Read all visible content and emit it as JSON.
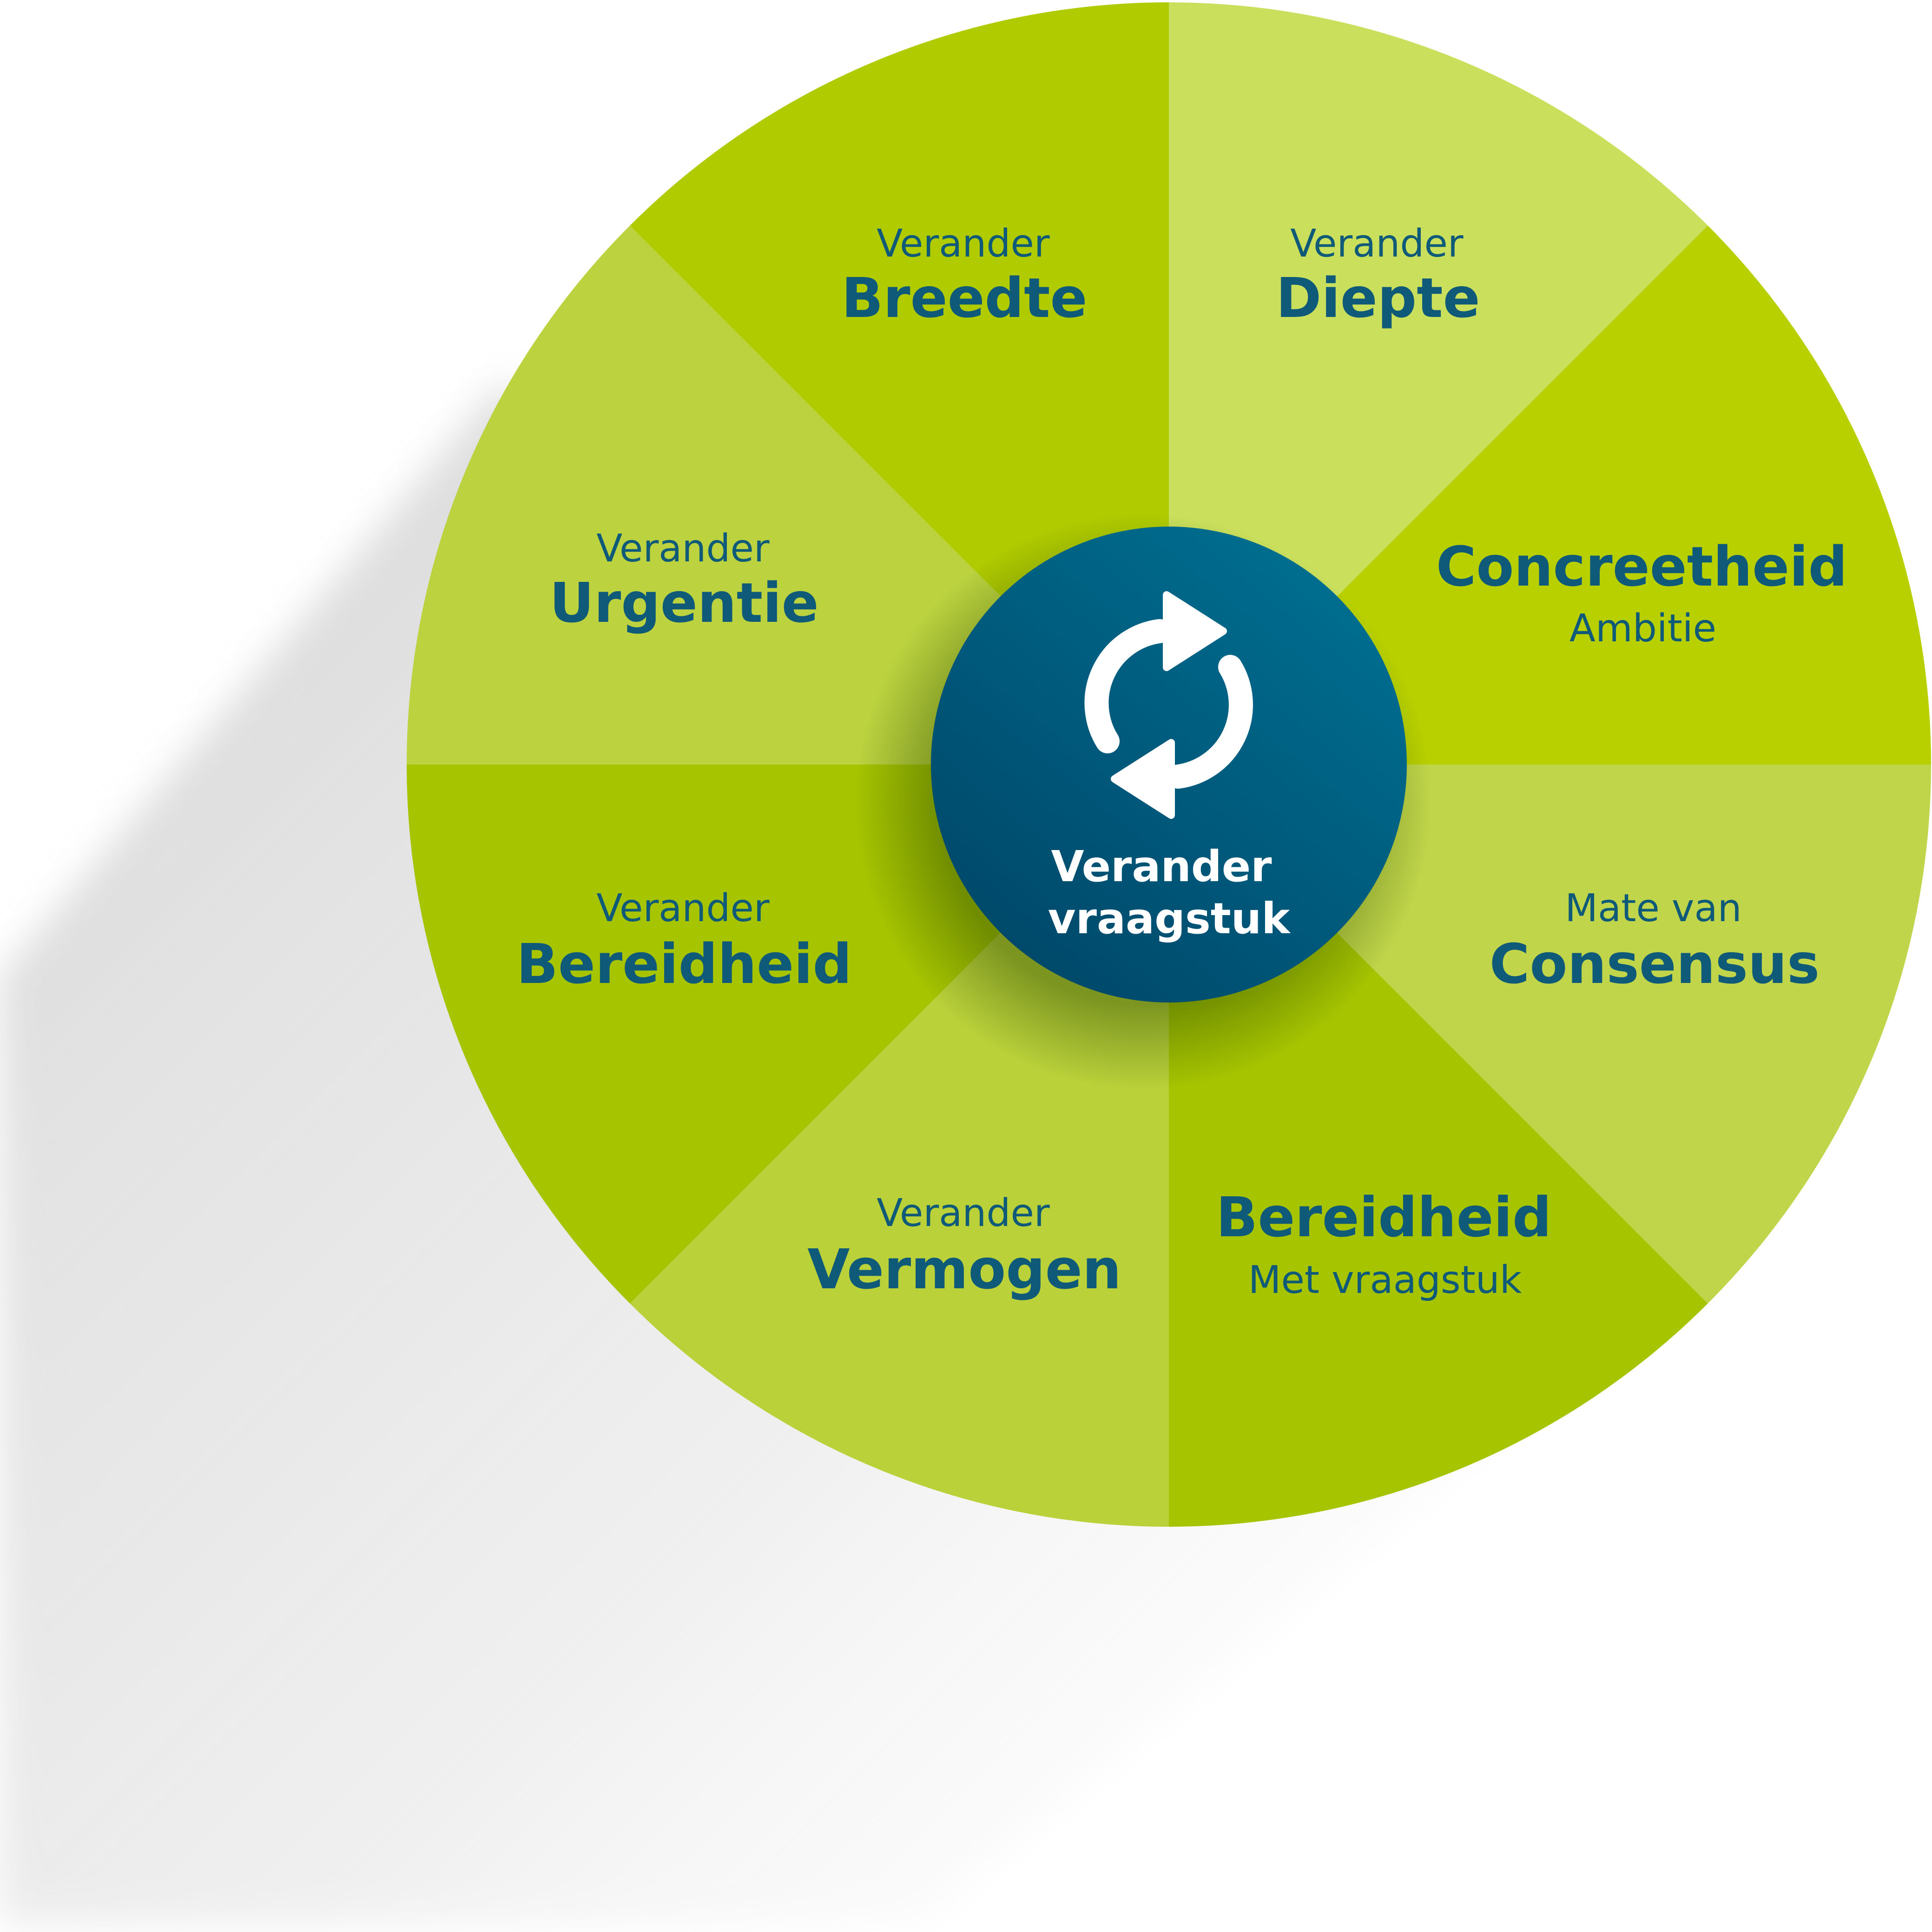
{
  "hub": {
    "icon": "refresh-icon",
    "line1": "Verander",
    "line2": "vraagstuk",
    "color_top": "#006e90",
    "color_bottom": "#00496b"
  },
  "segment_text_color": "#0f5a78",
  "segments": [
    {
      "id": "diepte",
      "small": "Verander",
      "big": "Diepte",
      "order": "small-first",
      "color": "#cadf5c"
    },
    {
      "id": "concreetheid",
      "small": "Ambitie",
      "big": "Concreetheid",
      "order": "big-first",
      "color": "#b8d000"
    },
    {
      "id": "consensus",
      "small": "Mate van",
      "big": "Consensus",
      "order": "small-first",
      "color": "#c0d54a"
    },
    {
      "id": "bereidheid-vraagstuk",
      "small": "Met vraagstuk",
      "big": "Bereidheid",
      "order": "big-first",
      "color": "#a6c400"
    },
    {
      "id": "vermogen",
      "small": "Verander",
      "big": "Vermogen",
      "order": "small-first",
      "color": "#bad13a"
    },
    {
      "id": "bereidheid",
      "small": "Verander",
      "big": "Bereidheid",
      "order": "small-first",
      "color": "#a6c400"
    },
    {
      "id": "urgentie",
      "small": "Verander",
      "big": "Urgentie",
      "order": "small-first",
      "color": "#bcd33f"
    },
    {
      "id": "breedte",
      "small": "Verander",
      "big": "Breedte",
      "order": "small-first",
      "color": "#b0cb00"
    }
  ]
}
